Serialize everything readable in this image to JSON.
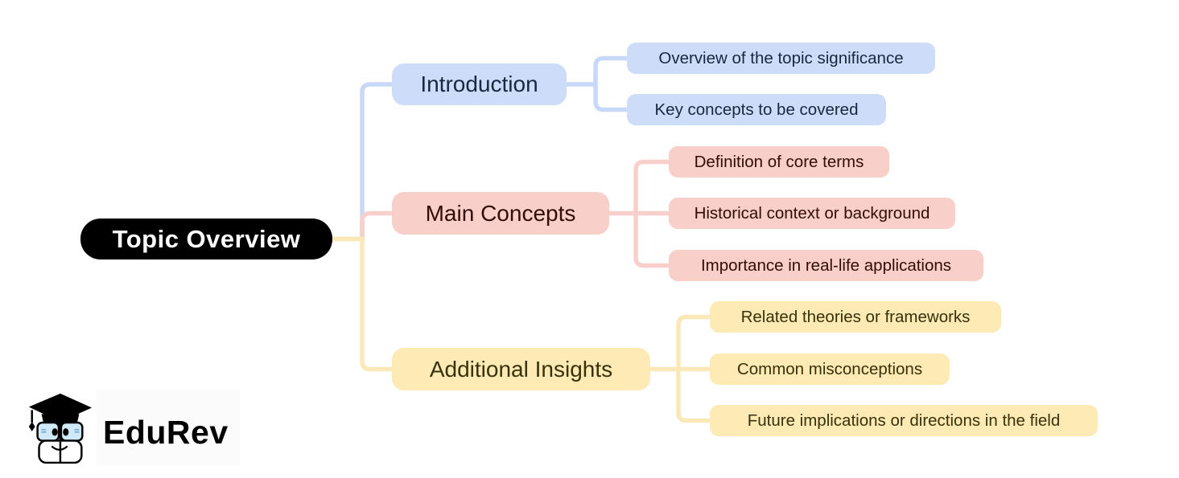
{
  "title": "Topic Overview mind map",
  "root": {
    "label": "Topic Overview",
    "bg_color": "#000000",
    "text_color": "#ffffff"
  },
  "branches": [
    {
      "label": "Introduction",
      "fill_color": "#cddcf9",
      "text_color": "#17283f",
      "line_color": "#c8d8f8",
      "children": [
        {
          "label": "Overview of the topic significance"
        },
        {
          "label": "Key concepts to be covered"
        }
      ]
    },
    {
      "label": "Main Concepts",
      "fill_color": "#f9cfc9",
      "text_color": "#320d08",
      "line_color": "#f8cfca",
      "children": [
        {
          "label": "Definition of core terms"
        },
        {
          "label": "Historical context or background"
        },
        {
          "label": "Importance in real-life applications"
        }
      ]
    },
    {
      "label": "Additional Insights",
      "fill_color": "#fdeab5",
      "text_color": "#393109",
      "line_color": "#fbe8b8",
      "children": [
        {
          "label": "Related theories or frameworks"
        },
        {
          "label": "Common misconceptions"
        },
        {
          "label": "Future implications or directions in the field"
        }
      ]
    }
  ],
  "logo": {
    "text": "EduRev",
    "text_color": "#000000",
    "lens_color": "#cfe9f8"
  }
}
